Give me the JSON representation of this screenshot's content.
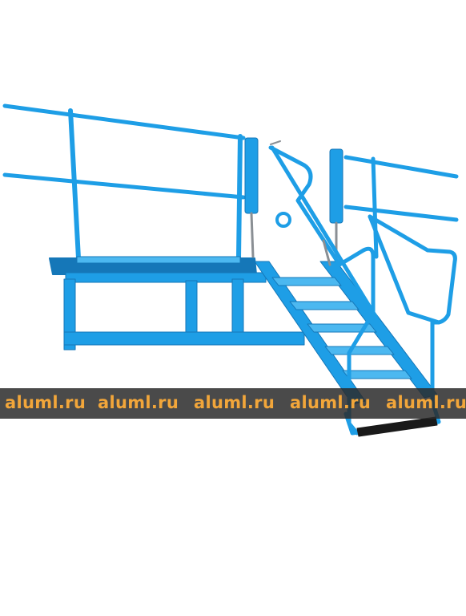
{
  "colors": {
    "frame_blue": "#1e9ee6",
    "frame_blue_dark": "#1577b8",
    "frame_blue_light": "#4cb8f0",
    "tread_black": "#1a1a1a",
    "background": "#ffffff",
    "watermark_band": "#2a2a2a",
    "watermark_text": "#f2a63a"
  },
  "watermark": {
    "items": [
      "aluml.ru",
      "aluml.ru",
      "aluml.ru",
      "aluml.ru",
      "aluml.ru"
    ]
  }
}
